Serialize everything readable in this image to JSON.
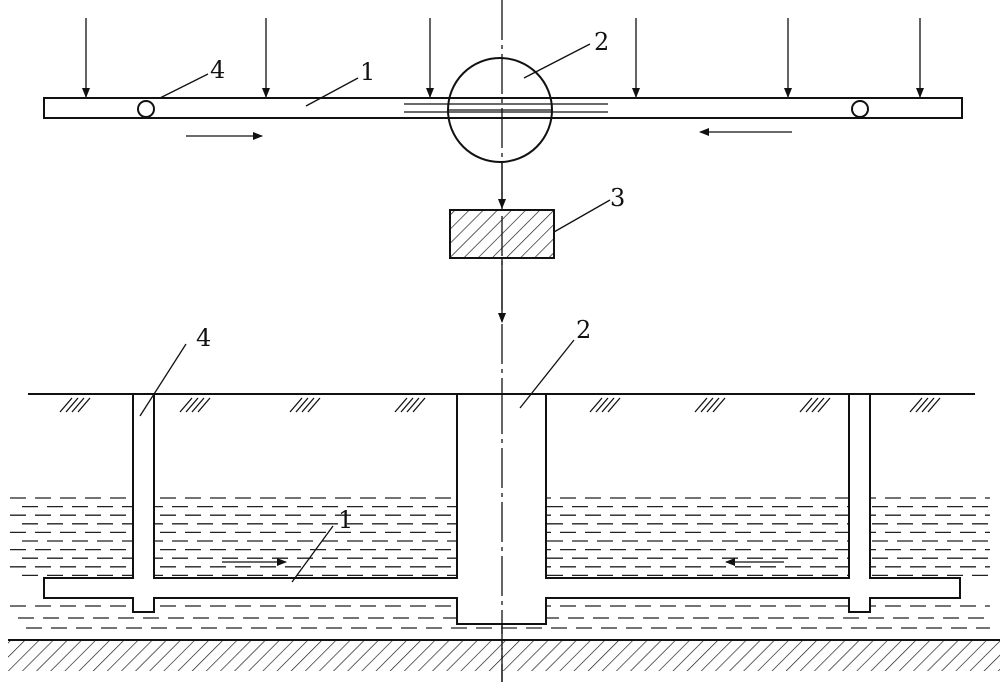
{
  "plan_view": {
    "labels": {
      "collector_pipe": "1",
      "shaft": "2",
      "treatment": "3",
      "well": "4"
    }
  },
  "section_view": {
    "labels": {
      "collector_pipe": "1",
      "shaft": "2",
      "well": "4"
    }
  },
  "colors": {
    "line": "#111111",
    "background": "#ffffff"
  }
}
